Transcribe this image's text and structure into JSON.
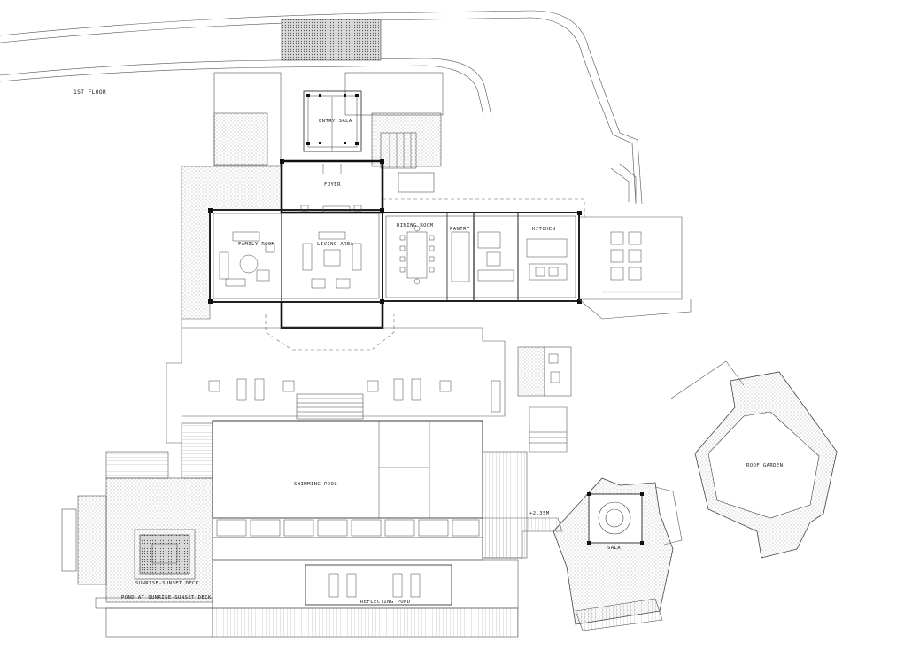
{
  "title": "1ST FLOOR",
  "rooms": {
    "entry_sala": "ENTRY SALA",
    "foyer": "FOYER",
    "family_room": "FAMILY ROOM",
    "living_area": "LIVING AREA",
    "dining_room": "DINING ROOM",
    "pantry": "PANTRY",
    "kitchen": "KITCHEN",
    "swimming_pool": "SWIMMING POOL",
    "sala": "SALA",
    "roof_garden": "ROOF GARDEN",
    "sunrise_sunset_deck": "SUNRISE-SUNSET DECK",
    "pond_at_deck": "POND AT SUNRISE-SUNSET DECK",
    "reflecting_pond": "REFLECTING POND"
  },
  "level_mark": "+2.35M",
  "colors": {
    "line": "#222222",
    "hatch": "#888888",
    "background": "#ffffff"
  }
}
